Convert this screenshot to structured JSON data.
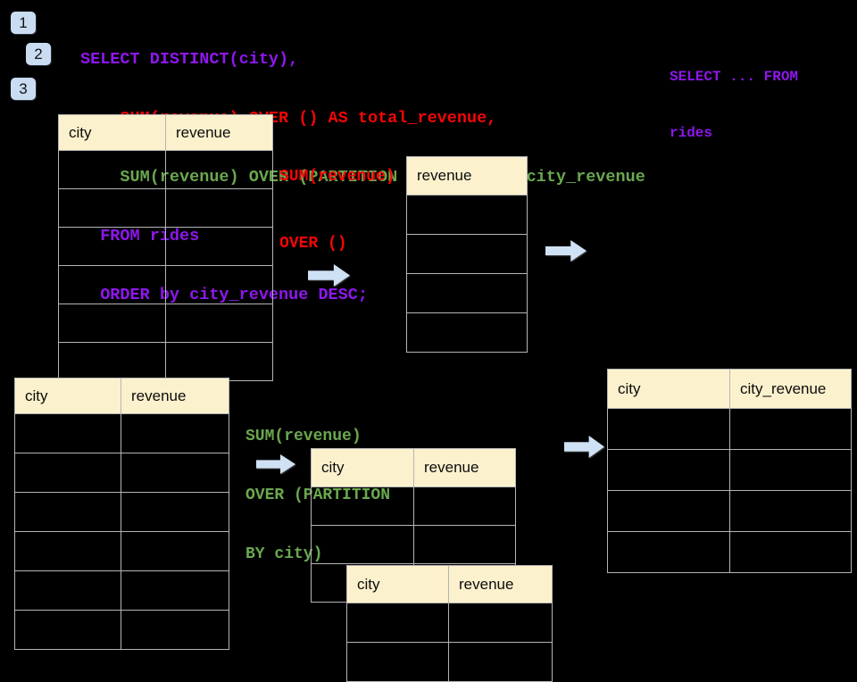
{
  "palette": {
    "background": "#000000",
    "purple": "#8f17ee",
    "red": "#f40606",
    "green": "#6aa84f",
    "table_header_fill": "#fcf1cd",
    "table_border": "#b5b5b5",
    "arrow_fill": "#cfe1f4",
    "badge_fill": "#c9dcf2"
  },
  "badges": [
    {
      "label": "1"
    },
    {
      "label": "2"
    },
    {
      "label": "3"
    }
  ],
  "code": {
    "lines": [
      {
        "text": "SELECT DISTINCT(city),",
        "color": "#8f17ee"
      },
      {
        "text": "    SUM(revenue) OVER () AS total_revenue,",
        "color": "#f40606"
      },
      {
        "text": "    SUM(revenue) OVER (PARTITION BY city) as city_revenue",
        "color": "#6aa84f"
      },
      {
        "text": "  FROM rides",
        "color": "#8f17ee"
      },
      {
        "text": "  ORDER by city_revenue DESC;",
        "color": "#8f17ee"
      }
    ]
  },
  "side_note": {
    "color": "#8f17ee",
    "lines": [
      {
        "text": "SELECT ... FROM"
      },
      {
        "text": "rides"
      }
    ]
  },
  "annotation_total": {
    "color": "#f40606",
    "lines": [
      {
        "text": "SUM(revenue)"
      },
      {
        "text": "OVER ()"
      }
    ]
  },
  "annotation_partition": {
    "color": "#6aa84f",
    "lines": [
      {
        "text": "SUM(revenue)"
      },
      {
        "text": "OVER (PARTITION"
      },
      {
        "text": "BY city)"
      }
    ]
  },
  "tables": {
    "source_top": {
      "headers": [
        "city",
        "revenue"
      ],
      "row_count": 6
    },
    "total_revenue_result": {
      "headers": [
        "revenue"
      ],
      "row_count": 4
    },
    "source_bottom": {
      "headers": [
        "city",
        "revenue"
      ],
      "row_count": 6
    },
    "partition_back": {
      "headers": [
        "city",
        "revenue"
      ],
      "row_count": 3
    },
    "partition_front": {
      "headers": [
        "city",
        "revenue"
      ],
      "row_count": 2
    },
    "city_revenue_result": {
      "headers": [
        "city",
        "city_revenue"
      ],
      "row_count": 4
    }
  }
}
